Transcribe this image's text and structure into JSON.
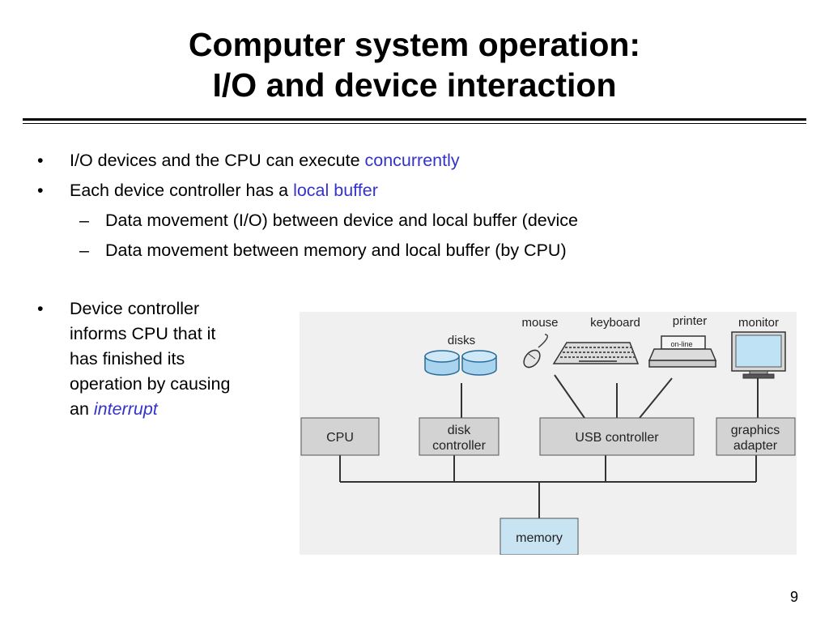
{
  "slide": {
    "title_line1": "Computer system operation:",
    "title_line2": "I/O and device interaction",
    "page_number": "9"
  },
  "bullets": {
    "b1_text": "I/O devices and the CPU can execute ",
    "b1_accent": "concurrently",
    "b2_text": "Each device controller has a ",
    "b2_accent": "local buffer",
    "b2_sub1": "Data movement (I/O) between device and local buffer (device",
    "b2_sub2": "Data movement between memory and local buffer (by CPU)",
    "b3_line1": "Device controller",
    "b3_line2": "informs CPU that it",
    "b3_line3": "has finished its",
    "b3_line4": "operation by causing",
    "b3_line5_prefix": "an ",
    "b3_accent": "interrupt",
    "bullet_marker": "•",
    "sub_marker": "–"
  },
  "diagram": {
    "device_labels": {
      "disks": "disks",
      "mouse": "mouse",
      "keyboard": "keyboard",
      "printer": "printer",
      "printer_status": "on-line",
      "monitor": "monitor"
    },
    "boxes": {
      "cpu": "CPU",
      "disk_controller_line1": "disk",
      "disk_controller_line2": "controller",
      "usb_controller": "USB controller",
      "graphics_adapter_line1": "graphics",
      "graphics_adapter_line2": "adapter",
      "memory": "memory"
    },
    "colors": {
      "background": "#f0f0f0",
      "box_fill": "#d3d3d3",
      "memory_fill": "#c8e4f3",
      "line": "#333333",
      "disk_fill": "#a8d4ef",
      "accent_text": "#3333cc"
    }
  }
}
